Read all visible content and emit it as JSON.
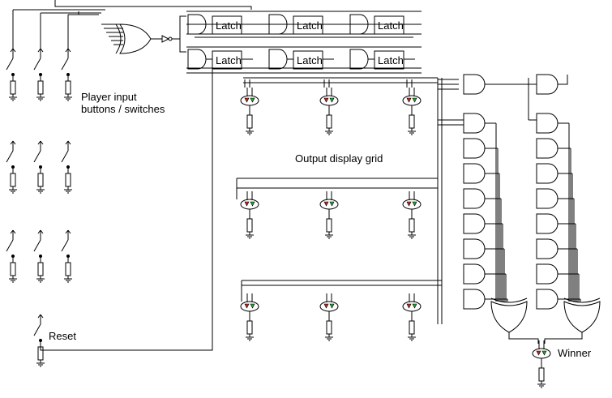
{
  "labels": {
    "player_input_line1": "Player input",
    "player_input_line2": "buttons / switches",
    "output_grid": "Output display grid",
    "reset": "Reset",
    "winner": "Winner",
    "latch": "Latch"
  },
  "colors": {
    "wire": "#000000",
    "led_red": "#cc2222",
    "led_green": "#22aa22"
  },
  "grid": {
    "rows": 3,
    "cols": 3
  },
  "latch_count": 6,
  "and_gate_rows": 8
}
